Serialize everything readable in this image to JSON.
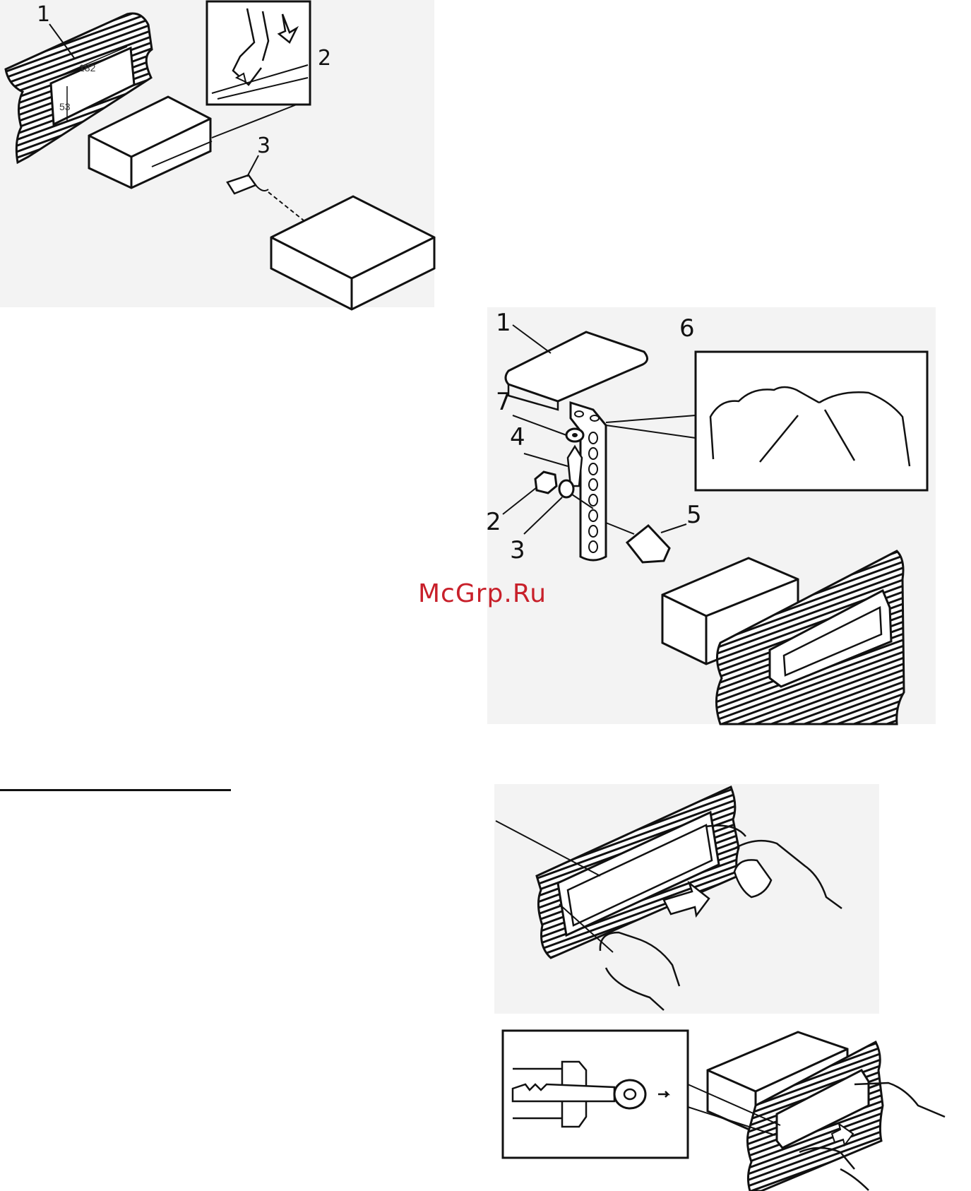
{
  "watermark": "McGrp.Ru",
  "figure1": {
    "callouts": [
      "1",
      "2",
      "3"
    ],
    "dimensions": {
      "width": "182",
      "height": "53"
    }
  },
  "figure2": {
    "callouts": [
      "1",
      "6",
      "7",
      "4",
      "2",
      "3",
      "5"
    ]
  },
  "figure3": {},
  "figure4": {},
  "colors": {
    "line": "#111111",
    "panel": "#f3f3f3",
    "watermark": "#c8202a"
  }
}
